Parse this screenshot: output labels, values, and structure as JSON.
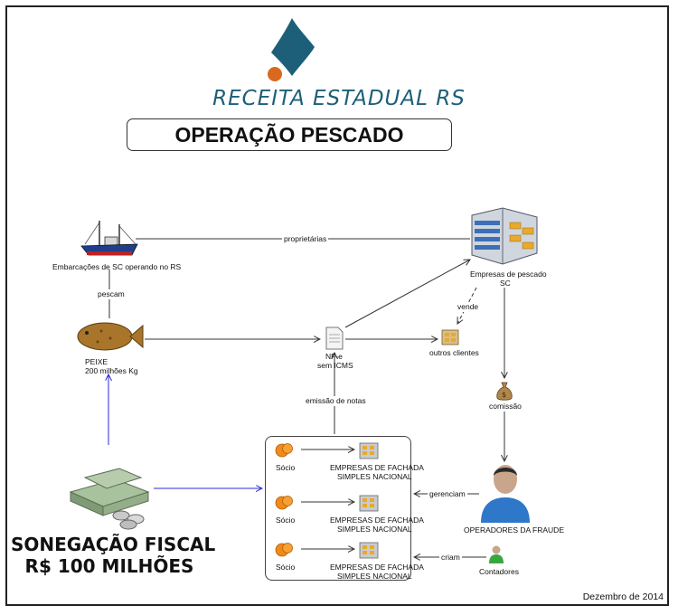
{
  "header": {
    "brand": "RECEITA ESTADUAL RS",
    "title": "OPERAÇÃO PESCADO",
    "colors": {
      "brand": "#1d5f78",
      "logo_dot": "#d9691f"
    }
  },
  "nodes": {
    "boats": "Embarcações de SC operando no RS",
    "fish_line1": "PEIXE",
    "fish_line2": "200 milhões Kg",
    "nfe_line1": "NF-e",
    "nfe_line2": "sem ICMS",
    "companies_line1": "Empresas de pescado",
    "companies_line2": "SC",
    "other_clients": "outros clientes",
    "commission": "comissão",
    "operators": "OPERADORES DA FRAUDE",
    "accountants": "Contadores",
    "partner": "Sócio",
    "front_company_line1": "EMPRESAS DE FACHADA",
    "front_company_line2": "SIMPLES NACIONAL"
  },
  "edges": {
    "owners": "proprietárias",
    "fish": "pescam",
    "sells": "vende",
    "invoices": "emissão de notas",
    "manage": "gerenciam",
    "create": "criam"
  },
  "evasion": {
    "line1": "SONEGAÇÃO FISCAL",
    "line2": "R$ 100 MILHÕES"
  },
  "footer": {
    "date": "Dezembro de 2014"
  }
}
